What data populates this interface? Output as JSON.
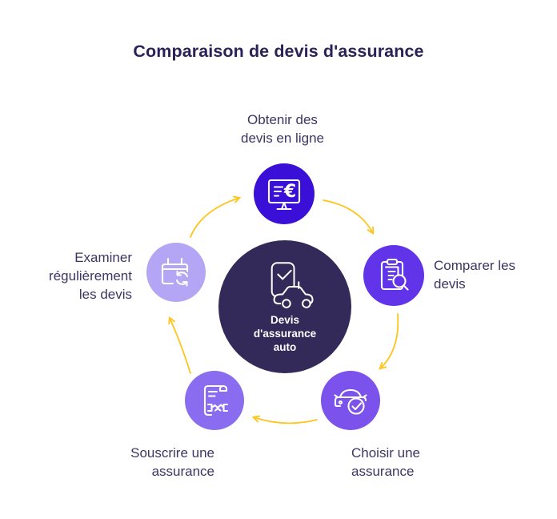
{
  "title": "Comparaison de devis d'assurance",
  "colors": {
    "background": "#ffffff",
    "title_text": "#2b2259",
    "label_text": "#3b3663",
    "arrow": "#fdc51d",
    "hub_circle": "#332a5a",
    "hub_text": "#ffffff",
    "step1_circle": "#3a10d9",
    "step2_circle": "#6134ea",
    "step3_circle": "#7b52ec",
    "step4_circle": "#8a6cf0",
    "step5_circle": "#b5a6f5"
  },
  "hub": {
    "icon": "phone-check-car-icon",
    "label": "Devis d'assurance auto",
    "lines": [
      "Devis",
      "d'assurance",
      "auto"
    ]
  },
  "steps": [
    {
      "id": "obtenir-devis",
      "icon": "monitor-euro-icon",
      "label": "Obtenir des devis en ligne",
      "lines": [
        "Obtenir des",
        "devis en ligne"
      ]
    },
    {
      "id": "comparer-devis",
      "icon": "clipboard-search-icon",
      "label": "Comparer les devis",
      "lines": [
        "Comparer les",
        "devis"
      ]
    },
    {
      "id": "choisir",
      "icon": "car-check-icon",
      "label": "Choisir une assurance",
      "lines": [
        "Choisir une",
        "assurance"
      ]
    },
    {
      "id": "souscrire",
      "icon": "contract-handshake-icon",
      "label": "Souscrire une assurance",
      "lines": [
        "Souscrire une",
        "assurance"
      ]
    },
    {
      "id": "examiner",
      "icon": "calendar-refresh-icon",
      "label": "Examiner régulièrement les devis",
      "lines": [
        "Examiner",
        "régulièrement",
        "les devis"
      ]
    }
  ]
}
